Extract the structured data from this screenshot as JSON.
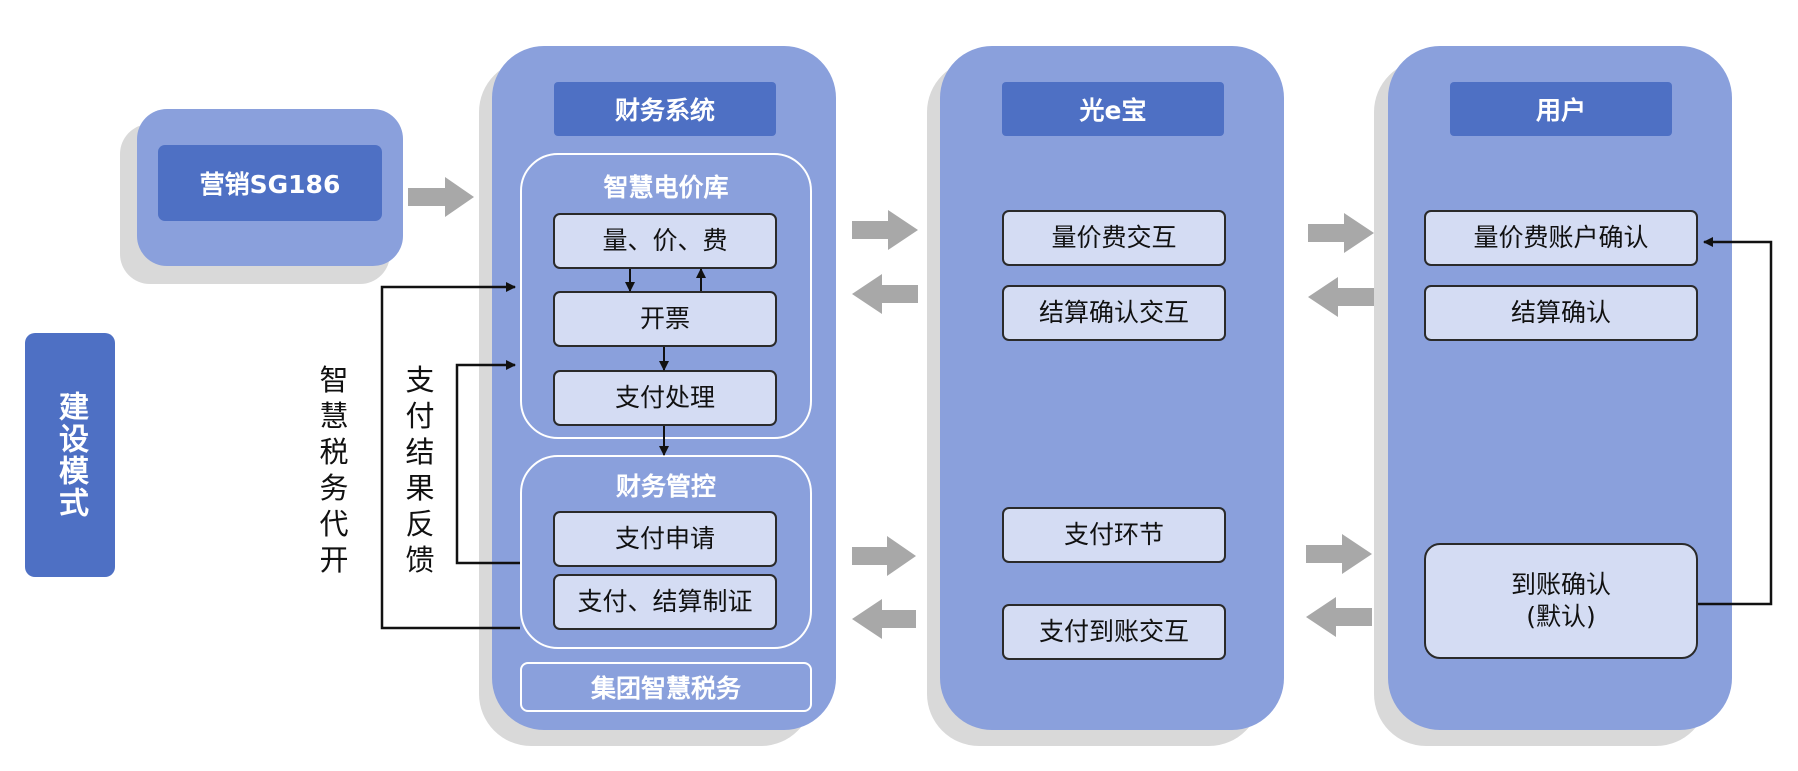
{
  "mode_label": "建设模式",
  "marketing": {
    "title": "营销SG186"
  },
  "finance": {
    "title": "财务系统",
    "price_library": {
      "title": "智慧电价库",
      "items": [
        "量、价、费",
        "开票",
        "支付处理"
      ]
    },
    "control": {
      "title": "财务管控",
      "items": [
        "支付申请",
        "支付、结算制证"
      ]
    },
    "tax": "集团智慧税务"
  },
  "gey": {
    "title": "光e宝",
    "items": [
      "量价费交互",
      "结算确认交互",
      "支付环节",
      "支付到账交互"
    ]
  },
  "user": {
    "title": "用户",
    "items": [
      "量价费账户确认",
      "结算确认",
      "到账确认\n(默认)"
    ]
  },
  "side_labels": {
    "tax_issue": "智慧税务代开",
    "payment_feedback": "支付结果反馈"
  },
  "colors": {
    "panel": "#8aa0dc",
    "header": "#4e70c4",
    "item": "#d4dcf3",
    "arrow": "#a8a8a8"
  }
}
